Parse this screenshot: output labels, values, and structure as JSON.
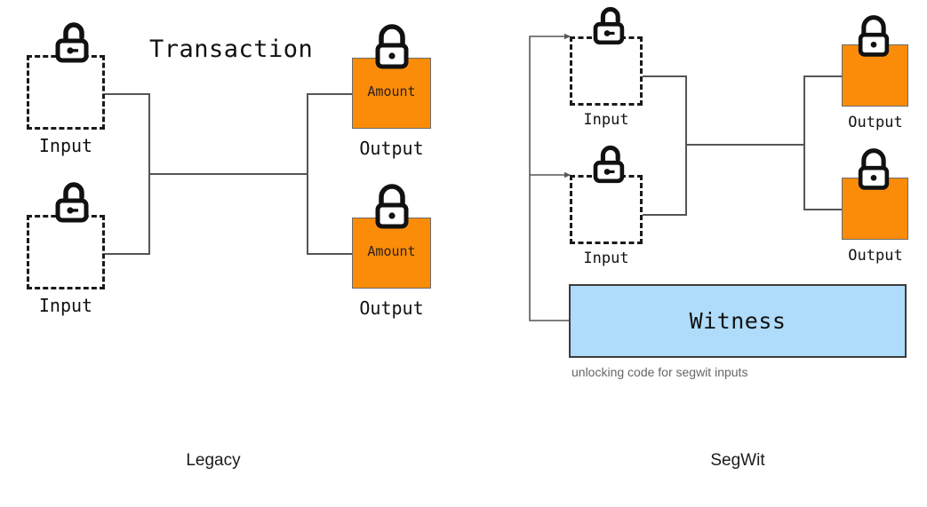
{
  "figure": {
    "title": "Transaction",
    "colors": {
      "output_fill": "#FA8C0A",
      "witness_fill": "#AFDCFA",
      "stroke": "#1A1A1A",
      "wire": "#555555",
      "caption_gray": "#666666"
    }
  },
  "legacy": {
    "name": "Legacy",
    "footer_label": "Legacy",
    "title": "Transaction",
    "inputs": [
      {
        "label": "Input",
        "lock": "open-padlock-icon"
      },
      {
        "label": "Input",
        "lock": "open-padlock-icon"
      }
    ],
    "outputs": [
      {
        "label": "Output",
        "value_label": "Amount",
        "lock": "closed-padlock-icon"
      },
      {
        "label": "Output",
        "value_label": "Amount",
        "lock": "closed-padlock-icon"
      }
    ]
  },
  "segwit": {
    "name": "SegWit",
    "footer_label": "SegWit",
    "inputs": [
      {
        "label": "Input",
        "lock": "open-padlock-icon"
      },
      {
        "label": "Input",
        "lock": "open-padlock-icon"
      }
    ],
    "outputs": [
      {
        "label": "Output",
        "lock": "closed-padlock-icon"
      },
      {
        "label": "Output",
        "lock": "closed-padlock-icon"
      }
    ],
    "witness": {
      "label": "Witness",
      "caption": "unlocking code for segwit inputs"
    }
  }
}
